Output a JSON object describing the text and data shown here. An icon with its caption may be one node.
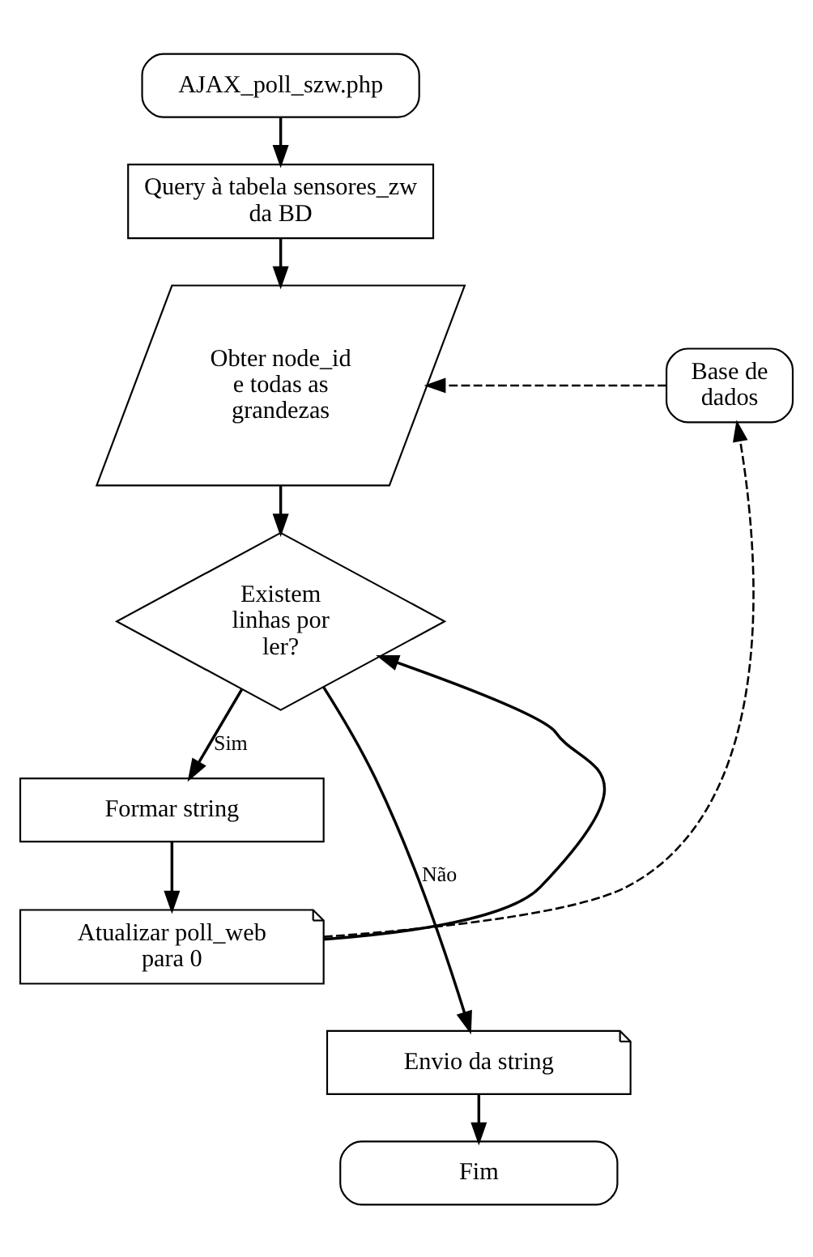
{
  "diagram": {
    "nodes": [
      {
        "text": [
          "AJAX_poll_szw.php"
        ]
      },
      {
        "text": [
          "Query à tabela sensores_zw da BD"
        ]
      },
      {
        "text": [
          "Obter node_id e todas as grandezas"
        ]
      },
      {
        "text": [
          "Base de dados"
        ]
      },
      {
        "text": [
          "Existem linhas por ler?"
        ]
      },
      {
        "text": [
          "Formar string"
        ]
      },
      {
        "text": [
          "Atualizar poll_web para 0"
        ]
      },
      {
        "text": [
          "Envio da string"
        ]
      },
      {
        "text": [
          "Fim"
        ]
      }
    ],
    "edges": [
      {
        "from": 0,
        "to": 1,
        "arrow": "to"
      },
      {
        "from": 1,
        "to": 2,
        "arrow": "to"
      },
      {
        "from": 2,
        "to": 4,
        "arrow": "to"
      },
      {
        "from": 3,
        "to": 2,
        "arrow": "to",
        "style": "dashed"
      },
      {
        "from": 4,
        "to": 5,
        "arrow": "to",
        "label": "Sim"
      },
      {
        "from": 5,
        "to": 6,
        "arrow": "to"
      },
      {
        "from": 6,
        "to": 3,
        "arrow": "to",
        "style": "dashed"
      },
      {
        "from": 6,
        "to": 4,
        "arrow": "to"
      },
      {
        "from": 4,
        "to": 7,
        "arrow": "to",
        "label": "Não"
      },
      {
        "from": 7,
        "to": 8,
        "arrow": "to"
      }
    ]
  }
}
